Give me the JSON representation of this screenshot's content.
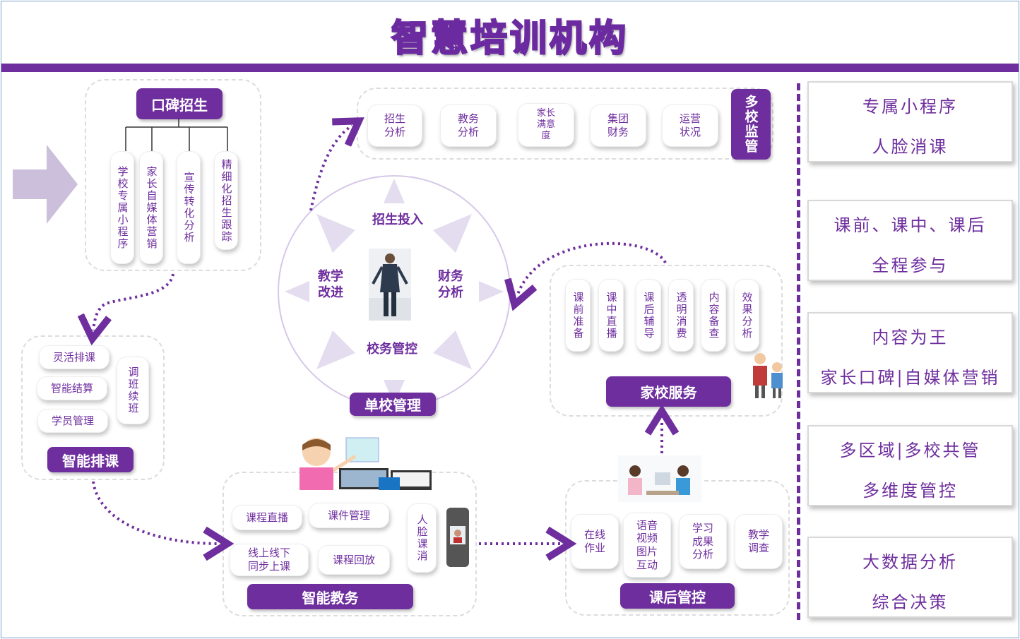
{
  "title": "智慧培训机构",
  "colors": {
    "primary": "#6e2e9e",
    "light": "#d6c8e8"
  },
  "enroll": {
    "header": "口碑招生",
    "items": [
      "学校专属小程序",
      "家长自媒体营销",
      "宣传转化分析",
      "精细化招生跟踪"
    ]
  },
  "multi_school": {
    "header": "多校监管",
    "items": [
      "招生\n分析",
      "教务\n分析",
      "家长\n满意\n度",
      "集团\n财务",
      "运营\n状况"
    ]
  },
  "single_school": {
    "label": "单校管理",
    "top": "招生投入",
    "left": "教学\n改进",
    "right": "财务\n分析",
    "bottom": "校务管控"
  },
  "scheduling": {
    "label": "智能排课",
    "items": [
      "灵活排课",
      "智能结算",
      "学员管理"
    ],
    "side": "调班续班"
  },
  "home_school": {
    "label": "家校服务",
    "items": [
      "课前准备",
      "课中直播",
      "课后辅导",
      "透明消费",
      "内容备查",
      "效果分析"
    ]
  },
  "academic": {
    "label": "智能教务",
    "items": [
      "课程直播",
      "课件管理",
      "线上线下\n同步上课",
      "课程回放"
    ],
    "side": "人脸课消"
  },
  "after_class": {
    "label": "课后管控",
    "items": [
      "在线\n作业",
      "语音\n视频\n图片\n互动",
      "学习\n成果\n分析",
      "教学\n调查"
    ]
  },
  "features": [
    [
      "专属小程序",
      "人脸消课"
    ],
    [
      "课前、课中、课后",
      "全程参与"
    ],
    [
      "内容为王",
      "家长口碑|自媒体营销"
    ],
    [
      "多区域|多校共管",
      "多维度管控"
    ],
    [
      "大数据分析",
      "综合决策"
    ]
  ]
}
